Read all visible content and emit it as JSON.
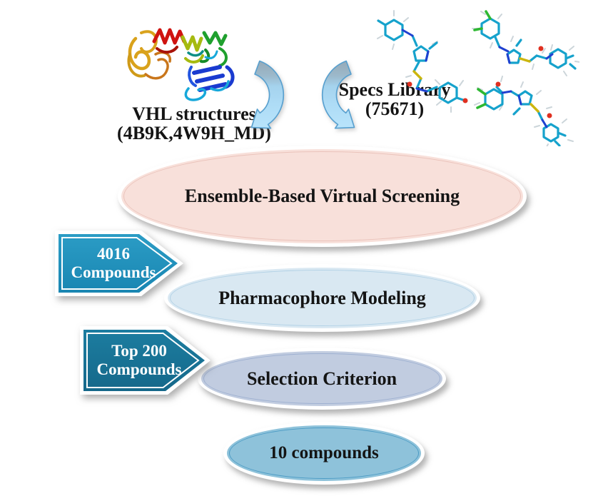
{
  "title": "VHL ensemble virtual screening funnel",
  "sources": {
    "vhl": {
      "line1": "VHL structures",
      "line2": "(4B9K,4W9H_MD)"
    },
    "specs": {
      "line1": "Specs Library",
      "line2": "(75671)"
    }
  },
  "funnel": {
    "stages": [
      {
        "label": "Ensemble-Based Virtual Screening",
        "fill": "#f8e0da",
        "ring": "#eac3bb"
      },
      {
        "label": "Pharmacophore Modeling",
        "fill": "#d9e8f2",
        "ring": "#b3d2e6"
      },
      {
        "label": "Selection Criterion",
        "fill": "#c1cce0",
        "ring": "#9fb1d1"
      },
      {
        "label": "10 compounds",
        "fill": "#8ec2da",
        "ring": "#4d9cc5"
      }
    ]
  },
  "badges": [
    {
      "line1": "4016",
      "line2": "Compounds",
      "fill_top": "#2b9cc5",
      "fill_bottom": "#1986b2"
    },
    {
      "line1": "Top 200",
      "line2": "Compounds",
      "fill_top": "#1c7da0",
      "fill_bottom": "#15688a"
    }
  ],
  "icons": {
    "left_arrow": "curved-arrow-down-left",
    "right_arrow": "curved-arrow-down-right",
    "protein": "protein-ribbon-structure",
    "molecules": "stick-model-molecules"
  },
  "colors": {
    "arrow_gray": "#97aab7",
    "arrow_blue": "#b9e4fb",
    "arrow_stroke": "#58a0cf",
    "text": "#141414",
    "badge_text": "#ffffff"
  }
}
